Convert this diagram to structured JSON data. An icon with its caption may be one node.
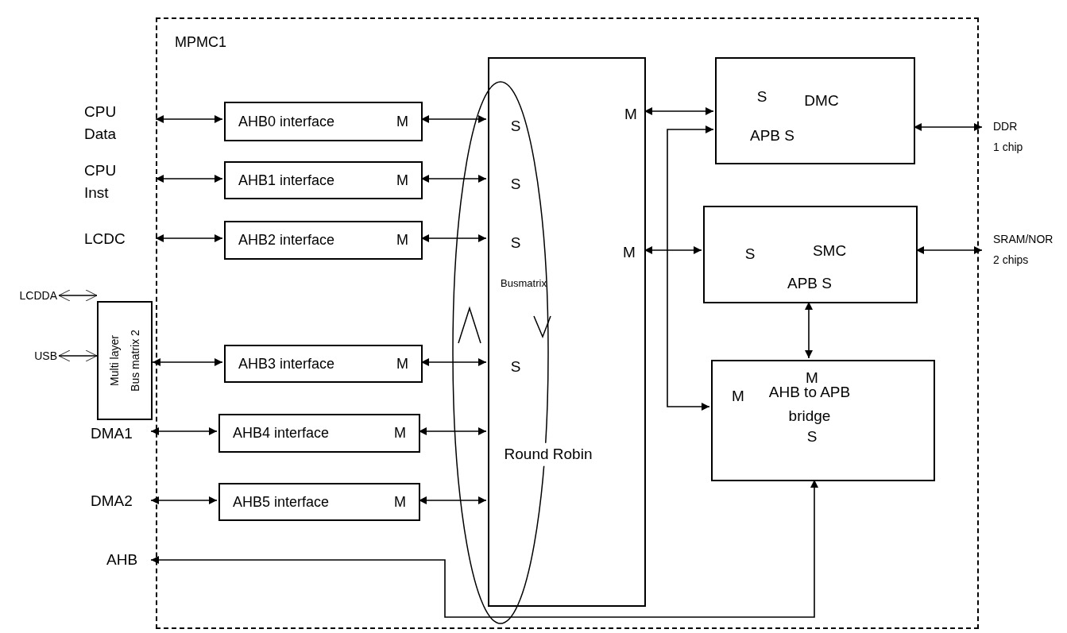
{
  "diagram": {
    "nodes": [
      {
        "text": [
          "MPMC1"
        ]
      },
      {
        "text": [
          "CPU Data"
        ]
      },
      {
        "text": [
          "AHB0 interface",
          "M"
        ],
        "in": 0
      },
      {
        "text": [
          "CPU Inst"
        ]
      },
      {
        "text": [
          "AHB1 interface",
          "M"
        ],
        "in": 0
      },
      {
        "text": [
          "LCDC"
        ]
      },
      {
        "text": [
          "AHB2 interface",
          "M"
        ],
        "in": 0
      },
      {
        "text": [
          "Multi layer Bus matrix 2"
        ]
      },
      {
        "text": [
          "LCDDA"
        ]
      },
      {
        "text": [
          "USB"
        ]
      },
      {
        "text": [
          "AHB3 interface",
          "M"
        ],
        "in": 0
      },
      {
        "text": [
          "DMA1"
        ]
      },
      {
        "text": [
          "AHB4 interface",
          "M"
        ],
        "in": 0
      },
      {
        "text": [
          "DMA2"
        ]
      },
      {
        "text": [
          "AHB5 interface",
          "M"
        ],
        "in": 0
      },
      {
        "text": [
          "AHB"
        ]
      },
      {
        "text": [
          "M",
          "S",
          "S",
          "S",
          "M",
          "Busmatrix",
          "S",
          "Round Robin"
        ],
        "in": 0
      },
      {
        "text": [
          "S",
          "DMC",
          "APB S"
        ],
        "in": 0
      },
      {
        "text": [
          "S",
          "SMC",
          "APB S"
        ],
        "in": 0
      },
      {
        "text": [
          "M",
          "M",
          "AHB to APB bridge",
          "S"
        ],
        "in": 0
      },
      {
        "text": [
          "DDR",
          "1 chip"
        ]
      },
      {
        "text": [
          "SRAM/NOR",
          "2 chips"
        ]
      }
    ],
    "edges": [
      {
        "from": 1,
        "to": 2,
        "arrow": "both"
      },
      {
        "from": 2,
        "to": 16,
        "arrow": "both"
      },
      {
        "from": 3,
        "to": 4,
        "arrow": "both"
      },
      {
        "from": 4,
        "to": 16,
        "arrow": "both"
      },
      {
        "from": 5,
        "to": 6,
        "arrow": "both"
      },
      {
        "from": 6,
        "to": 16,
        "arrow": "both"
      },
      {
        "from": 8,
        "to": 7,
        "arrow": "both"
      },
      {
        "from": 9,
        "to": 7,
        "arrow": "both"
      },
      {
        "from": 7,
        "to": 10,
        "arrow": "both"
      },
      {
        "from": 10,
        "to": 16,
        "arrow": "both"
      },
      {
        "from": 11,
        "to": 12,
        "arrow": "both"
      },
      {
        "from": 12,
        "to": 16,
        "arrow": "both"
      },
      {
        "from": 13,
        "to": 14,
        "arrow": "both"
      },
      {
        "from": 14,
        "to": 16,
        "arrow": "both"
      },
      {
        "from": 15,
        "to": 19,
        "arrow": "both"
      },
      {
        "from": 16,
        "to": 17,
        "arrow": "both"
      },
      {
        "from": 16,
        "to": 18,
        "arrow": "both"
      },
      {
        "from": 17,
        "to": 19,
        "arrow": "both"
      },
      {
        "from": 18,
        "to": 19,
        "arrow": "both"
      },
      {
        "from": 17,
        "to": 20,
        "arrow": "both"
      },
      {
        "from": 18,
        "to": 21,
        "arrow": "both"
      }
    ]
  }
}
